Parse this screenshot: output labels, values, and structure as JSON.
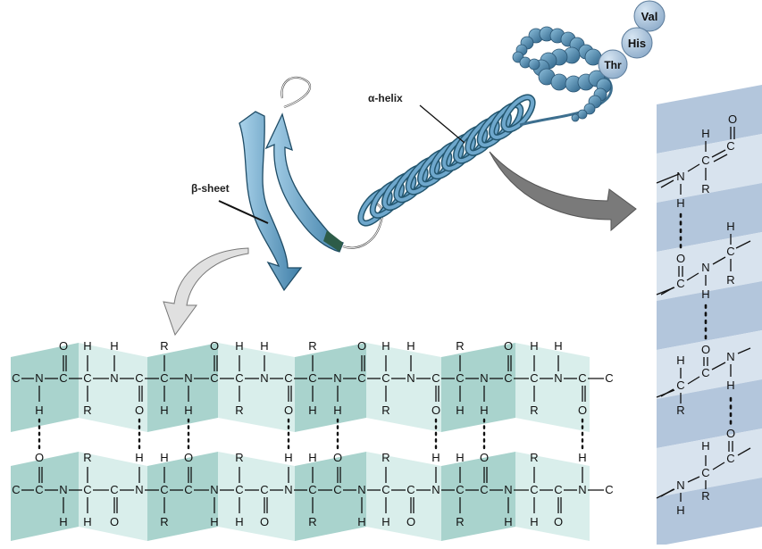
{
  "labels": {
    "alpha_helix": "α-helix",
    "beta_sheet": "β-sheet"
  },
  "residues": [
    "Val",
    "His",
    "Thr"
  ],
  "atoms": {
    "carbon": "C",
    "nitrogen": "N",
    "oxygen": "O",
    "hydrogen": "H",
    "side_chain": "R"
  },
  "colors": {
    "ribbon": "#4a86ad",
    "ribbon_dark": "#23566f",
    "sheet_band_dark": "#a9d3cd",
    "sheet_band_light": "#d9eeeb",
    "helix_band_dark": "#b3c6dc",
    "helix_band_light": "#d8e3ee",
    "arrow_gray": "#777777",
    "arrow_light": "#dddddd",
    "bead": "#4d84a8"
  }
}
